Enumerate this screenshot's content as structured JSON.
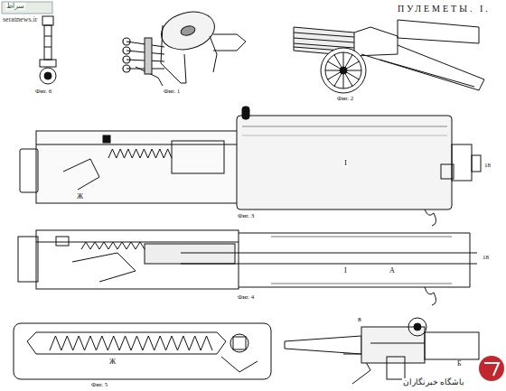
{
  "diagram": {
    "title": "ПУЛЕМЕТЫ. I.",
    "labels": [
      "سراط",
      "seratnews.ir",
      "Фиг. 6",
      "Фиг. 1",
      "Фиг. 2",
      "Фиг. 3",
      "Фиг. 4",
      "Фиг. 5",
      "باشگاه خبرنگاران",
      "I",
      "18",
      "Ж",
      "I",
      "A",
      "18",
      "Ж",
      "в",
      "Б"
    ]
  }
}
